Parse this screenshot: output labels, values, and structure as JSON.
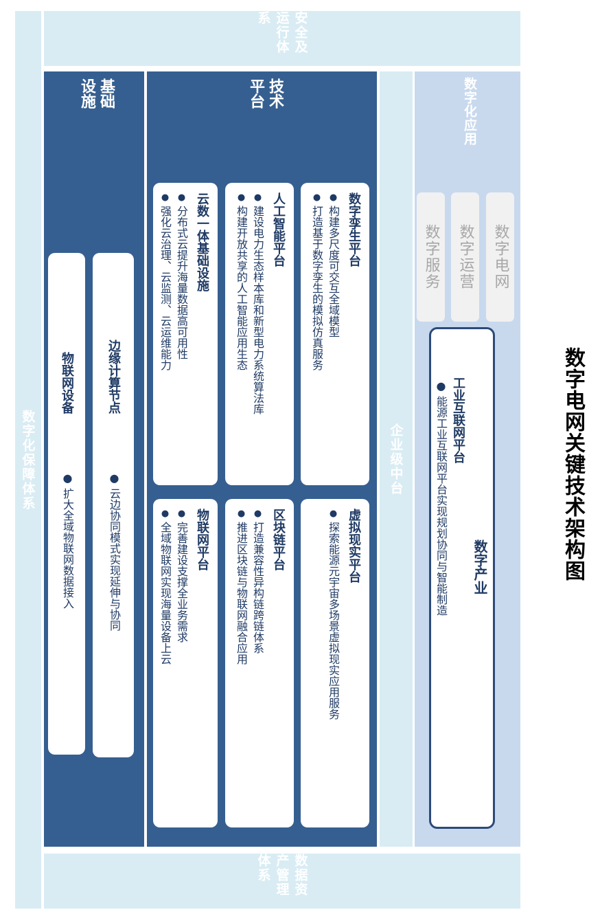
{
  "title": "数字电网关键技术架构图",
  "bands": {
    "security": "安全及运行体系",
    "assurance": "数字化保障体系",
    "data_asset": "数据资产管理体系",
    "middle": "企业级中台"
  },
  "applications": {
    "label": "数字化应用",
    "items": [
      "数字电网",
      "数字运营",
      "数字服务"
    ],
    "industry": {
      "label": "数字产业",
      "platform_title": "工业互联网平台",
      "bullet": "能源工业互联网平台实现规划协同与智能制造"
    }
  },
  "tech_platform": {
    "label": "技术\n平台",
    "cards": [
      {
        "title": "数字孪生平台",
        "bullets": [
          "构建多尺度可交互全域模型",
          "打造基于数字孪生的模拟仿真服务"
        ]
      },
      {
        "title": "虚拟现实平台",
        "bullets": [
          "探索能源元宇宙多场景虚拟现实应用服务"
        ]
      },
      {
        "title": "人工智能平台",
        "bullets": [
          "建设电力生态样本库和新型电力系统算法库",
          "构建开放共享的人工智能应用生态"
        ]
      },
      {
        "title": "区块链平台",
        "bullets": [
          "打造兼容性异构链跨链体系",
          "推进区块链与物联网融合应用"
        ]
      },
      {
        "title": "云数一体基础设施",
        "bullets": [
          "分布式云提升海量数据高可用性",
          "强化云治理、云监测、云运维能力"
        ]
      },
      {
        "title": "物联网平台",
        "bullets": [
          "完善建设支撑全业务需求",
          "全域物联网实现海量设备上云"
        ]
      }
    ]
  },
  "infrastructure": {
    "label": "基础\n设施",
    "edge": {
      "title": "边缘计算节点",
      "bullet": "云边协同模式实现延伸与协同"
    },
    "iot": {
      "title": "物联网设备",
      "bullet": "扩大全域物联网数据接入"
    }
  }
}
